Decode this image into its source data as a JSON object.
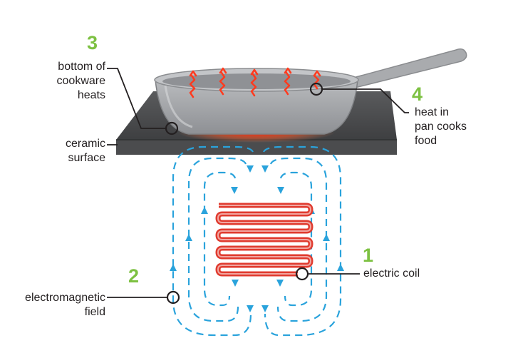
{
  "steps": [
    {
      "number": "1",
      "text_lines": [
        "electric coil"
      ]
    },
    {
      "number": "2",
      "text_lines": [
        "electromagnetic",
        "field"
      ]
    },
    {
      "number": "3",
      "text_lines": [
        "bottom of",
        "cookware",
        "heats"
      ]
    },
    {
      "number": "4",
      "text_lines": [
        "heat in",
        "pan cooks",
        "food"
      ]
    }
  ],
  "labels": {
    "ceramic_surface": [
      "ceramic",
      "surface"
    ]
  },
  "colors": {
    "step_number": "#7dc142",
    "field_lines": "#2aa3dc",
    "coil": "#e03b2f",
    "heat": "#ff3b1f",
    "cooktop": "#4b4c4e",
    "pan": "#9a9c9f",
    "text": "#231f20"
  }
}
